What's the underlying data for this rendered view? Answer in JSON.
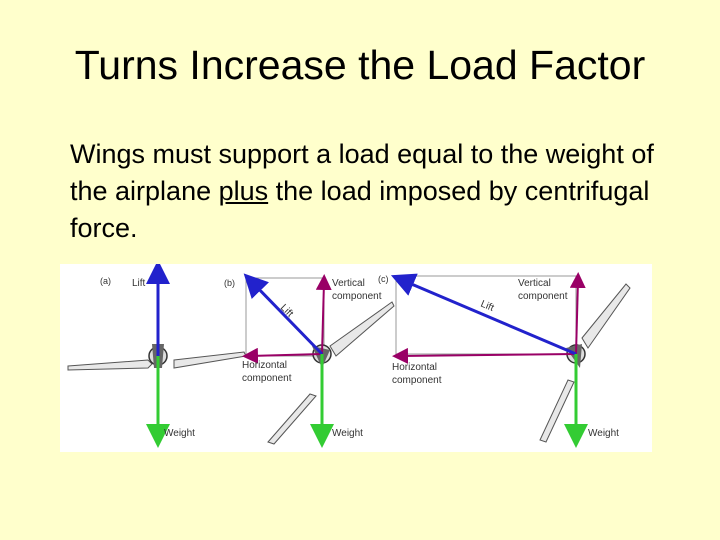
{
  "slide": {
    "title": "Turns Increase the Load Factor",
    "body_part1": "Wings must support a load equal to the weight of the airplane ",
    "body_emphasis": "plus",
    "body_part2": " the load imposed by centrifugal force."
  },
  "figure": {
    "panel_a": {
      "tag": "(a)",
      "lift": "Lift",
      "weight": "Weight"
    },
    "panel_b": {
      "tag": "(b)",
      "vertical_1": "Vertical",
      "vertical_2": "component",
      "lift": "Lift",
      "horizontal_1": "Horizontal",
      "horizontal_2": "component",
      "weight": "Weight"
    },
    "panel_c": {
      "tag": "(c)",
      "vertical_1": "Vertical",
      "vertical_2": "component",
      "lift": "Lift",
      "horizontal_1": "Horizontal",
      "horizontal_2": "component",
      "weight": "Weight"
    }
  },
  "colors": {
    "background": "#ffffcc",
    "lift_vector": "#2222cc",
    "weight_vector": "#33cc33",
    "component_line": "#990066"
  }
}
